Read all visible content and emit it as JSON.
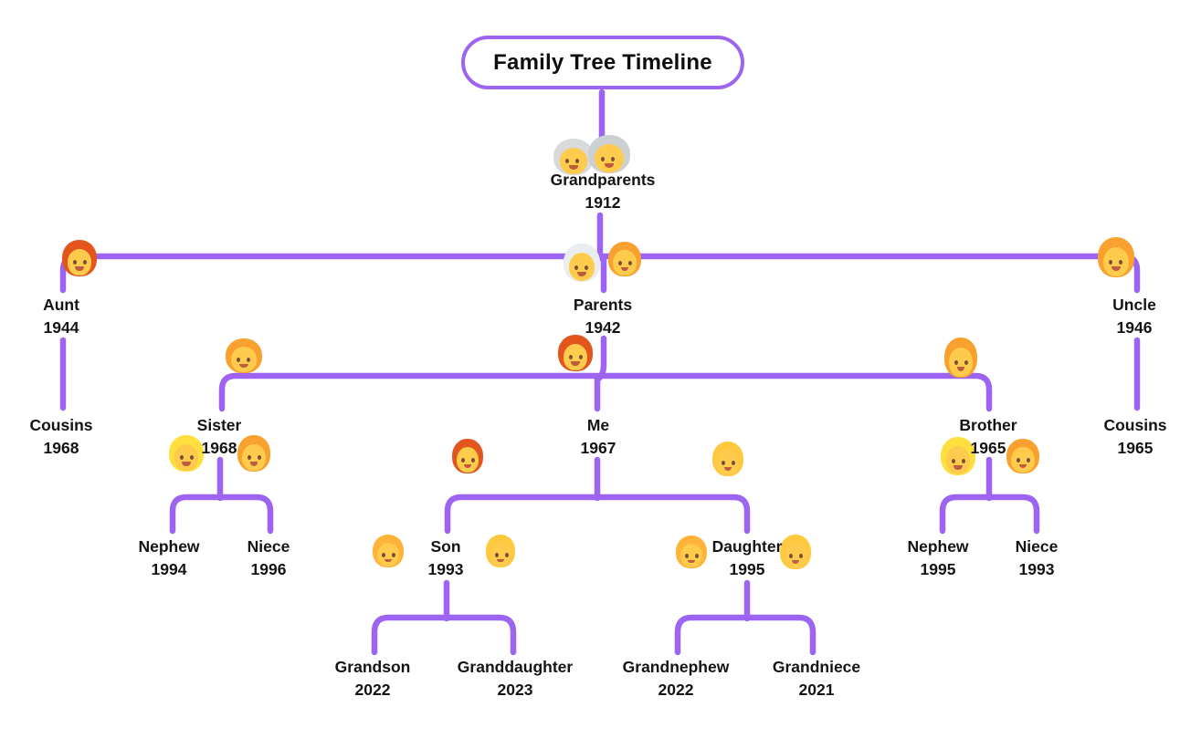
{
  "title": "Family Tree Timeline",
  "colors": {
    "line": "#9C64F0",
    "text": "#141414",
    "skin": "#FFCB4C"
  },
  "nodes": {
    "grandparents": {
      "label": "Grandparents",
      "year": "1912",
      "emojis": [
        {
          "name": "old-woman-emoji",
          "char": "👵",
          "hair": "#D8DADC"
        },
        {
          "name": "old-man-emoji",
          "char": "👴",
          "hair": "#CDD0D3"
        }
      ]
    },
    "aunt": {
      "label": "Aunt",
      "year": "1944",
      "emojis": [
        {
          "name": "person-red-hair-emoji",
          "char": "🧑‍🦰",
          "hair": "#E2561E"
        }
      ]
    },
    "parents": {
      "label": "Parents",
      "year": "1942",
      "emojis": [
        {
          "name": "woman-white-hair-emoji",
          "char": "👩‍🦳",
          "hair": "#E9EDF0"
        },
        {
          "name": "man-emoji",
          "char": "👨",
          "hair": "#F9A12F"
        }
      ]
    },
    "uncle": {
      "label": "Uncle",
      "year": "1946",
      "emojis": [
        {
          "name": "person-curly-hair-emoji",
          "char": "🧑‍🦱",
          "hair": "#F9A12F"
        }
      ]
    },
    "cousins_left": {
      "label": "Cousins",
      "year": "1968"
    },
    "cousins_right": {
      "label": "Cousins",
      "year": "1965"
    },
    "sister": {
      "label": "Sister",
      "year": "1968",
      "emojis": [
        {
          "name": "woman-curly-hair-emoji",
          "char": "👩‍🦱",
          "hair": "#F9A12F"
        },
        {
          "name": "person-blond-emoji",
          "char": "👱",
          "hair": "#FFDF40"
        },
        {
          "name": "woman-emoji",
          "char": "👩",
          "hair": "#F9A12F"
        }
      ]
    },
    "me": {
      "label": "Me",
      "year": "1967",
      "emojis": [
        {
          "name": "woman-red-hair-emoji",
          "char": "👩‍🦰",
          "hair": "#E2561E"
        },
        {
          "name": "person-red-hair-emoji",
          "char": "🧑‍🦰",
          "hair": "#E2561E"
        },
        {
          "name": "girl-emoji",
          "char": "👧",
          "hair": "#FFC93F"
        }
      ]
    },
    "brother": {
      "label": "Brother",
      "year": "1965",
      "emojis": [
        {
          "name": "man-beard-emoji",
          "char": "🧔",
          "hair": "#F9A12F"
        },
        {
          "name": "person-blond-emoji",
          "char": "👱",
          "hair": "#FFDF40"
        },
        {
          "name": "woman-emoji",
          "char": "👩",
          "hair": "#F9A12F"
        }
      ]
    },
    "nephew_left": {
      "label": "Nephew",
      "year": "1994"
    },
    "niece_left": {
      "label": "Niece",
      "year": "1996"
    },
    "son": {
      "label": "Son",
      "year": "1993",
      "emojis": [
        {
          "name": "boy-emoji",
          "char": "👦",
          "hair": "#FFB338"
        },
        {
          "name": "girl-emoji",
          "char": "👧",
          "hair": "#FFC93F"
        }
      ]
    },
    "daughter": {
      "label": "Daughter",
      "year": "1995",
      "emojis": [
        {
          "name": "boy-emoji",
          "char": "👦",
          "hair": "#FFB338"
        },
        {
          "name": "girl-emoji",
          "char": "👧",
          "hair": "#FFC93F"
        }
      ]
    },
    "nephew_right": {
      "label": "Nephew",
      "year": "1995"
    },
    "niece_right": {
      "label": "Niece",
      "year": "1993"
    },
    "grandson": {
      "label": "Grandson",
      "year": "2022"
    },
    "granddaughter": {
      "label": "Granddaughter",
      "year": "2023"
    },
    "grandnephew": {
      "label": "Grandnephew",
      "year": "2022"
    },
    "grandniece": {
      "label": "Grandniece",
      "year": "2021"
    }
  }
}
